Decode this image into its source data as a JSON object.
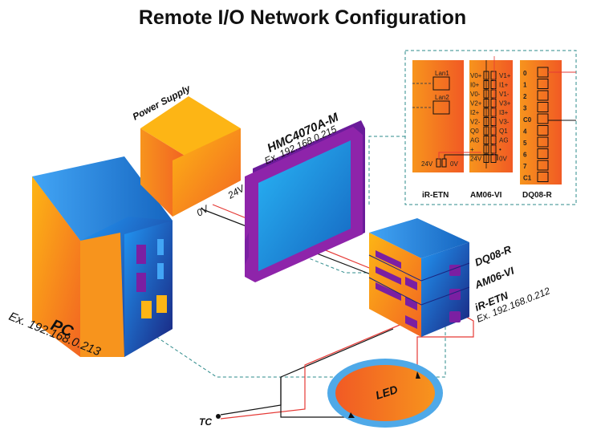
{
  "title": "Remote I/O Network Configuration",
  "power_supply": {
    "label": "Power Supply",
    "v24": "24V",
    "v0": "0V"
  },
  "hmi": {
    "model": "HMC4070A-M",
    "ip": "Ex. 192.168.0.215"
  },
  "pc": {
    "label": "PC",
    "ip": "Ex. 192.168.0.213"
  },
  "stack": {
    "dq08r": "DQ08-R",
    "am06vi": "AM06-VI",
    "iretn": "iR-ETN",
    "ip": "Ex. 192.168.0.212"
  },
  "tc_label": "TC",
  "led_label": "LED",
  "detail": {
    "iretn": {
      "name": "iR-ETN",
      "lan1": "Lan1",
      "lan2": "Lan2",
      "v24": "24V",
      "v0": "0V"
    },
    "am06vi": {
      "name": "AM06-VI",
      "left": [
        "V0+",
        "I0+",
        "V0-",
        "V2+",
        "I2+",
        "V2-",
        "Q0",
        "AG",
        "+",
        "24V"
      ],
      "right": [
        "V1+",
        "I1+",
        "V1-",
        "V3+",
        "I3+",
        "V3-",
        "Q1",
        "AG",
        "•",
        "0V"
      ]
    },
    "dq08r": {
      "name": "DQ08-R",
      "terminals": [
        "0",
        "1",
        "2",
        "3",
        "C0",
        "4",
        "5",
        "6",
        "7",
        "C1"
      ]
    }
  },
  "colors": {
    "orange": "#F7941D",
    "orange_dark": "#F26522",
    "blue": "#1E88E5",
    "blue_dark": "#1565C0",
    "purple": "#7B1FA2",
    "red_wire": "#E53935",
    "dashed": "#2E8B8B"
  }
}
